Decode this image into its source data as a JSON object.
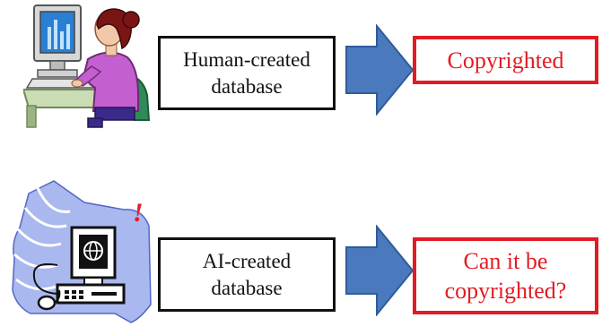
{
  "row_human": {
    "process_label": "Human-created database",
    "process_lines": [
      "Human-created",
      "database"
    ],
    "result_lines": [
      "Copyrighted"
    ],
    "icon": "person-at-computer-icon"
  },
  "row_ai": {
    "process_lines": [
      "AI-created",
      "database"
    ],
    "result_lines": [
      "Can it be",
      "copyrighted?"
    ],
    "icon": "ai-computer-icon",
    "alert_mark": "!"
  },
  "colors": {
    "arrow_fill": "#4a79bd",
    "arrow_stroke": "#2f5c99",
    "result_border": "#e31b23",
    "result_text": "#e31b23",
    "process_border": "#111111"
  }
}
